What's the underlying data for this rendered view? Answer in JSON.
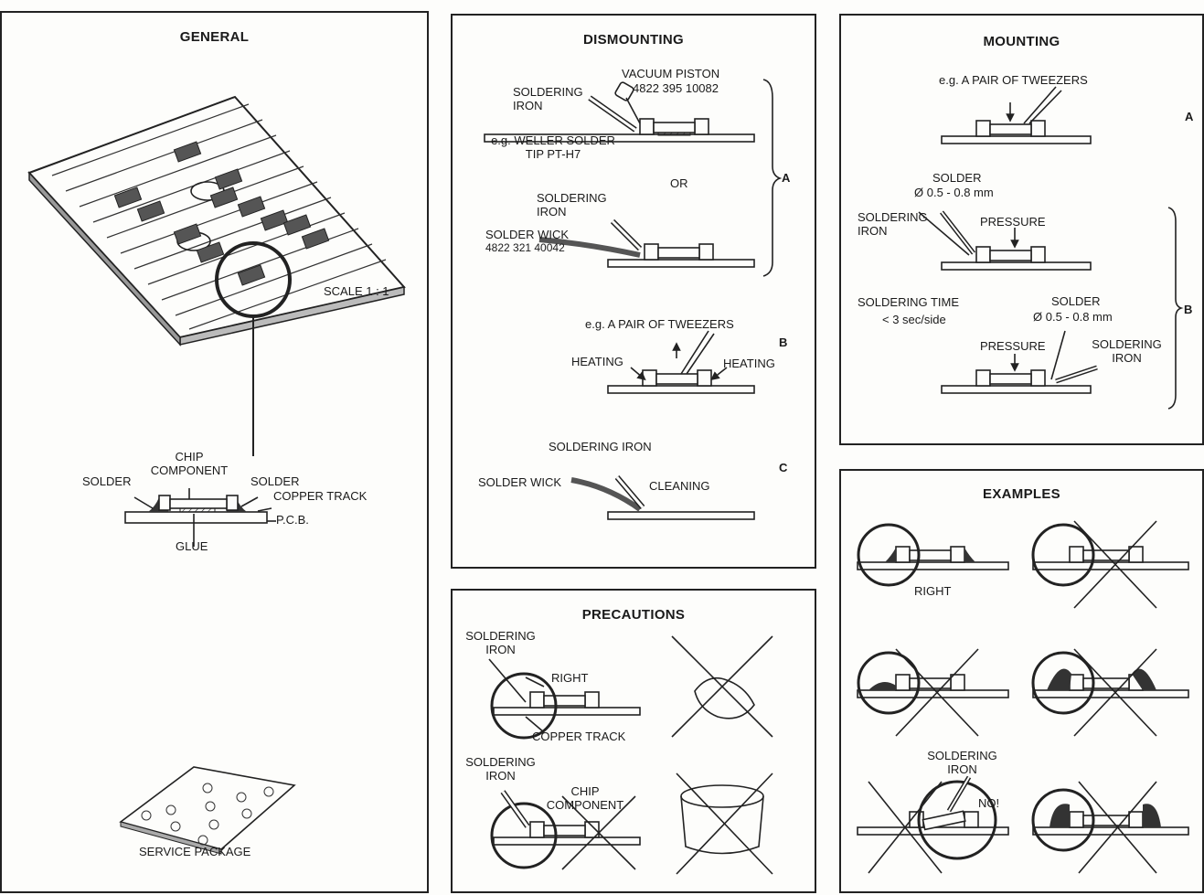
{
  "general": {
    "title": "GENERAL",
    "scale": "SCALE 1 : 1",
    "chip_component": "CHIP COMPONENT",
    "solder_left": "SOLDER",
    "solder_right": "SOLDER",
    "copper_track": "COPPER TRACK",
    "pcb": "P.C.B.",
    "glue": "GLUE",
    "service_package": "SERVICE PACKAGE"
  },
  "dismounting": {
    "title": "DISMOUNTING",
    "vacuum_piston": "VACUUM PISTON",
    "vacuum_part": "4822 395 10082",
    "soldering_iron_1": "SOLDERING IRON",
    "weller": "e.g. WELLER SOLDER TIP PT-H7",
    "or": "OR",
    "soldering_iron_2": "SOLDERING IRON",
    "solder_wick": "SOLDER WICK",
    "wick_part": "4822 321 40042",
    "tweezers": "e.g. A PAIR OF TWEEZERS",
    "heating_left": "HEATING",
    "heating_right": "HEATING",
    "soldering_iron_3": "SOLDERING IRON",
    "solder_wick_2": "SOLDER WICK",
    "cleaning": "CLEANING",
    "tag_a": "A",
    "tag_b": "B",
    "tag_c": "C"
  },
  "mounting": {
    "title": "MOUNTING",
    "tweezers": "e.g. A PAIR OF TWEEZERS",
    "tag_a": "A",
    "solder_1": "SOLDER",
    "solder_1_dia": "Ø 0.5 - 0.8 mm",
    "soldering_iron_1": "SOLDERING IRON",
    "pressure_1": "PRESSURE",
    "soldering_time": "SOLDERING TIME",
    "time_value": "< 3 sec/side",
    "solder_2": "SOLDER",
    "solder_2_dia": "Ø 0.5 - 0.8 mm",
    "pressure_2": "PRESSURE",
    "soldering_iron_2": "SOLDERING IRON",
    "tag_b": "B"
  },
  "precautions": {
    "title": "PRECAUTIONS",
    "soldering_iron_1": "SOLDERING IRON",
    "right": "RIGHT",
    "copper_track": "COPPER TRACK",
    "soldering_iron_2": "SOLDERING IRON",
    "chip_component": "CHIP COMPONENT"
  },
  "examples": {
    "title": "EXAMPLES",
    "right": "RIGHT",
    "soldering_iron": "SOLDERING IRON",
    "no": "NO!"
  }
}
